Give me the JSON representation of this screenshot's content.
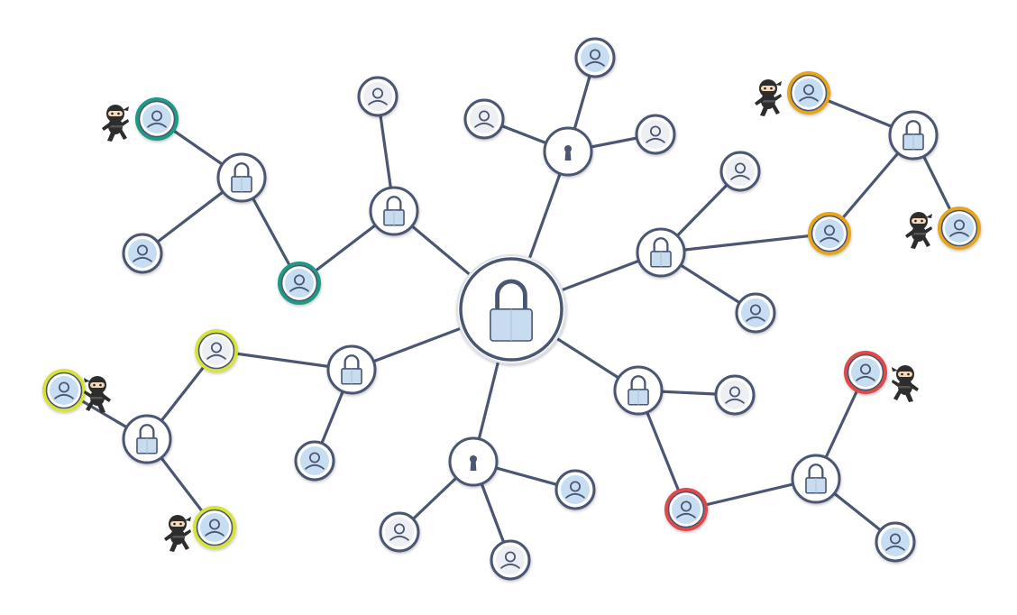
{
  "colors": {
    "background": "#ffffff",
    "line": "#4b5672",
    "node_fill": "#ffffff",
    "node_stroke": "#4b5672",
    "lock_fill": "#c8dcef",
    "lock_stroke": "#4b5672",
    "user_fill_blue": "#c7def2",
    "user_fill_gray": "#eeeff2",
    "ring_green": "#1f9a83",
    "ring_yellow": "#d6e33a",
    "ring_orange": "#e6a51f",
    "ring_red": "#e04a4a",
    "ninja_body": "#2d2d2d",
    "ninja_face": "#f5d9b8"
  },
  "icons": {
    "hub": "padlock-icon",
    "lock_node": "padlock-icon",
    "keyhole_node": "keyhole-icon",
    "user_node": "user-icon",
    "intruder": "ninja-icon"
  },
  "nodes": [
    {
      "id": "hub",
      "kind": "hub",
      "icon": "padlock-icon"
    },
    {
      "id": "lock-tl",
      "kind": "lock",
      "icon": "padlock-icon"
    },
    {
      "id": "lock-upper-left",
      "kind": "lock",
      "icon": "padlock-icon"
    },
    {
      "id": "keyhole-top",
      "kind": "keyhole",
      "icon": "keyhole-icon"
    },
    {
      "id": "lock-right",
      "kind": "lock",
      "icon": "padlock-icon"
    },
    {
      "id": "lock-tr",
      "kind": "lock",
      "icon": "padlock-icon"
    },
    {
      "id": "lock-left",
      "kind": "lock",
      "icon": "padlock-icon"
    },
    {
      "id": "lock-bl",
      "kind": "lock",
      "icon": "padlock-icon"
    },
    {
      "id": "keyhole-bottom",
      "kind": "keyhole",
      "icon": "keyhole-icon"
    },
    {
      "id": "lock-lower-right",
      "kind": "lock",
      "icon": "padlock-icon"
    },
    {
      "id": "lock-br",
      "kind": "lock",
      "icon": "padlock-icon"
    },
    {
      "id": "user-tl-green",
      "kind": "user",
      "ring": "green",
      "fill": "blue",
      "intruder": true
    },
    {
      "id": "user-tl-bottom",
      "kind": "user",
      "fill": "blue"
    },
    {
      "id": "user-mid-green",
      "kind": "user",
      "ring": "green",
      "fill": "blue"
    },
    {
      "id": "user-top-gray",
      "kind": "user",
      "fill": "gray"
    },
    {
      "id": "user-kh-left",
      "kind": "user",
      "fill": "gray"
    },
    {
      "id": "user-kh-top",
      "kind": "user",
      "fill": "blue"
    },
    {
      "id": "user-kh-right",
      "kind": "user",
      "fill": "gray"
    },
    {
      "id": "user-right-top",
      "kind": "user",
      "fill": "gray"
    },
    {
      "id": "user-right-bottom",
      "kind": "user",
      "fill": "blue"
    },
    {
      "id": "user-right-orange",
      "kind": "user",
      "ring": "orange",
      "fill": "blue"
    },
    {
      "id": "user-tr-orange-top",
      "kind": "user",
      "ring": "orange",
      "fill": "blue",
      "intruder": true
    },
    {
      "id": "user-tr-orange-right",
      "kind": "user",
      "ring": "orange",
      "fill": "blue",
      "intruder": true
    },
    {
      "id": "user-left-yellow",
      "kind": "user",
      "ring": "yellow",
      "fill": "gray"
    },
    {
      "id": "user-left-bottom",
      "kind": "user",
      "fill": "blue"
    },
    {
      "id": "user-bl-yellow-left",
      "kind": "user",
      "ring": "yellow",
      "fill": "blue",
      "intruder": true
    },
    {
      "id": "user-bl-yellow-bottom",
      "kind": "user",
      "ring": "yellow",
      "fill": "blue",
      "intruder": true
    },
    {
      "id": "user-kb-left",
      "kind": "user",
      "fill": "gray"
    },
    {
      "id": "user-kb-bottom",
      "kind": "user",
      "fill": "gray"
    },
    {
      "id": "user-kb-right",
      "kind": "user",
      "fill": "blue"
    },
    {
      "id": "user-lr-right",
      "kind": "user",
      "fill": "gray"
    },
    {
      "id": "user-red-mid",
      "kind": "user",
      "ring": "red",
      "fill": "blue"
    },
    {
      "id": "user-red-top",
      "kind": "user",
      "ring": "red",
      "fill": "blue",
      "intruder": true
    },
    {
      "id": "user-br-bottom",
      "kind": "user",
      "fill": "blue"
    }
  ],
  "edges": [
    [
      "hub",
      "lock-upper-left"
    ],
    [
      "hub",
      "keyhole-top"
    ],
    [
      "hub",
      "lock-right"
    ],
    [
      "hub",
      "lock-left"
    ],
    [
      "hub",
      "keyhole-bottom"
    ],
    [
      "hub",
      "lock-lower-right"
    ],
    [
      "lock-upper-left",
      "user-top-gray"
    ],
    [
      "lock-upper-left",
      "user-mid-green"
    ],
    [
      "user-mid-green",
      "lock-tl"
    ],
    [
      "lock-tl",
      "user-tl-green"
    ],
    [
      "lock-tl",
      "user-tl-bottom"
    ],
    [
      "keyhole-top",
      "user-kh-left"
    ],
    [
      "keyhole-top",
      "user-kh-top"
    ],
    [
      "keyhole-top",
      "user-kh-right"
    ],
    [
      "lock-right",
      "user-right-top"
    ],
    [
      "lock-right",
      "user-right-bottom"
    ],
    [
      "lock-right",
      "user-right-orange"
    ],
    [
      "user-right-orange",
      "lock-tr"
    ],
    [
      "lock-tr",
      "user-tr-orange-top"
    ],
    [
      "lock-tr",
      "user-tr-orange-right"
    ],
    [
      "lock-left",
      "user-left-yellow"
    ],
    [
      "lock-left",
      "user-left-bottom"
    ],
    [
      "user-left-yellow",
      "lock-bl"
    ],
    [
      "lock-bl",
      "user-bl-yellow-left"
    ],
    [
      "lock-bl",
      "user-bl-yellow-bottom"
    ],
    [
      "keyhole-bottom",
      "user-kb-left"
    ],
    [
      "keyhole-bottom",
      "user-kb-bottom"
    ],
    [
      "keyhole-bottom",
      "user-kb-right"
    ],
    [
      "lock-lower-right",
      "user-lr-right"
    ],
    [
      "lock-lower-right",
      "user-red-mid"
    ],
    [
      "user-red-mid",
      "lock-br"
    ],
    [
      "lock-br",
      "user-red-top"
    ],
    [
      "lock-br",
      "user-br-bottom"
    ]
  ]
}
